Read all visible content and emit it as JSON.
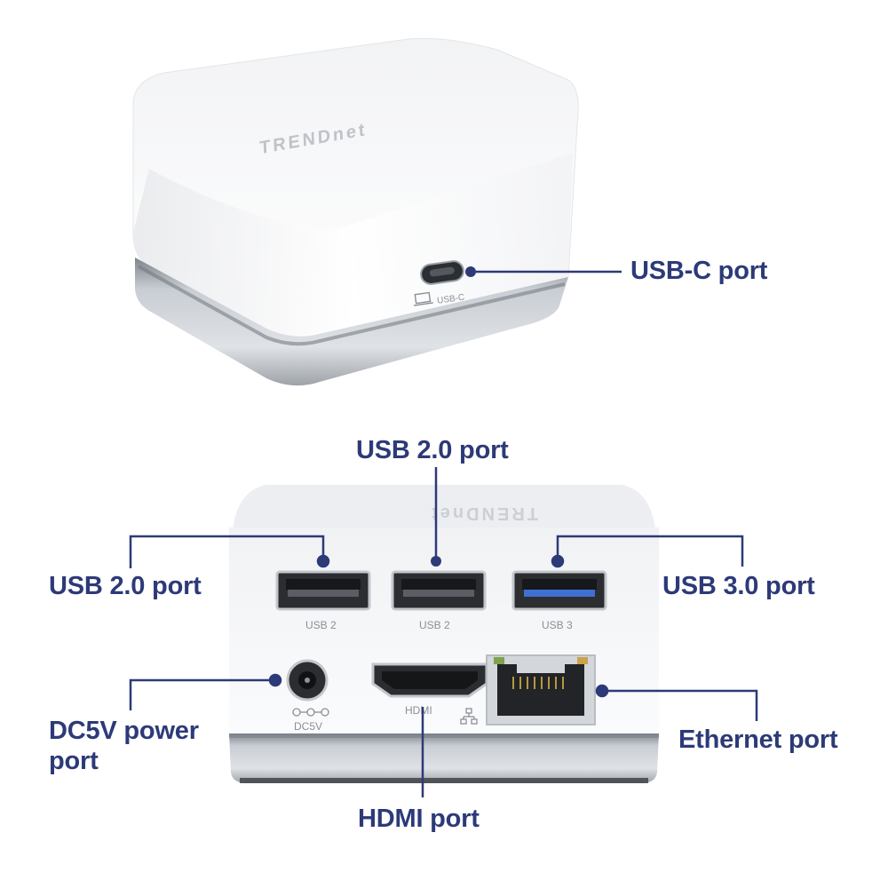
{
  "device": {
    "brand_front": "TRENDnet",
    "brand_back": "TRENDnet",
    "usbc_label": "USB-C",
    "rear_labels": {
      "usb2_left": "USB 2",
      "usb2_center": "USB 2",
      "usb3": "USB 3",
      "hdmi": "HDMI",
      "dc": "DC5V"
    }
  },
  "callouts": {
    "usbc": "USB-C port",
    "usb2_top": "USB 2.0 port",
    "usb2_left": "USB 2.0 port",
    "usb3": "USB 3.0 port",
    "dc_power": "DC5V power port",
    "ethernet": "Ethernet port",
    "hdmi": "HDMI port"
  },
  "colors": {
    "callout": "#2d3a78",
    "device_body": "#f4f5f7",
    "base_band": "#b7bcc3",
    "usb3_blue": "#3f6fd1"
  },
  "icons": [
    "laptop-icon",
    "dc-polarity-icon",
    "network-icon"
  ]
}
